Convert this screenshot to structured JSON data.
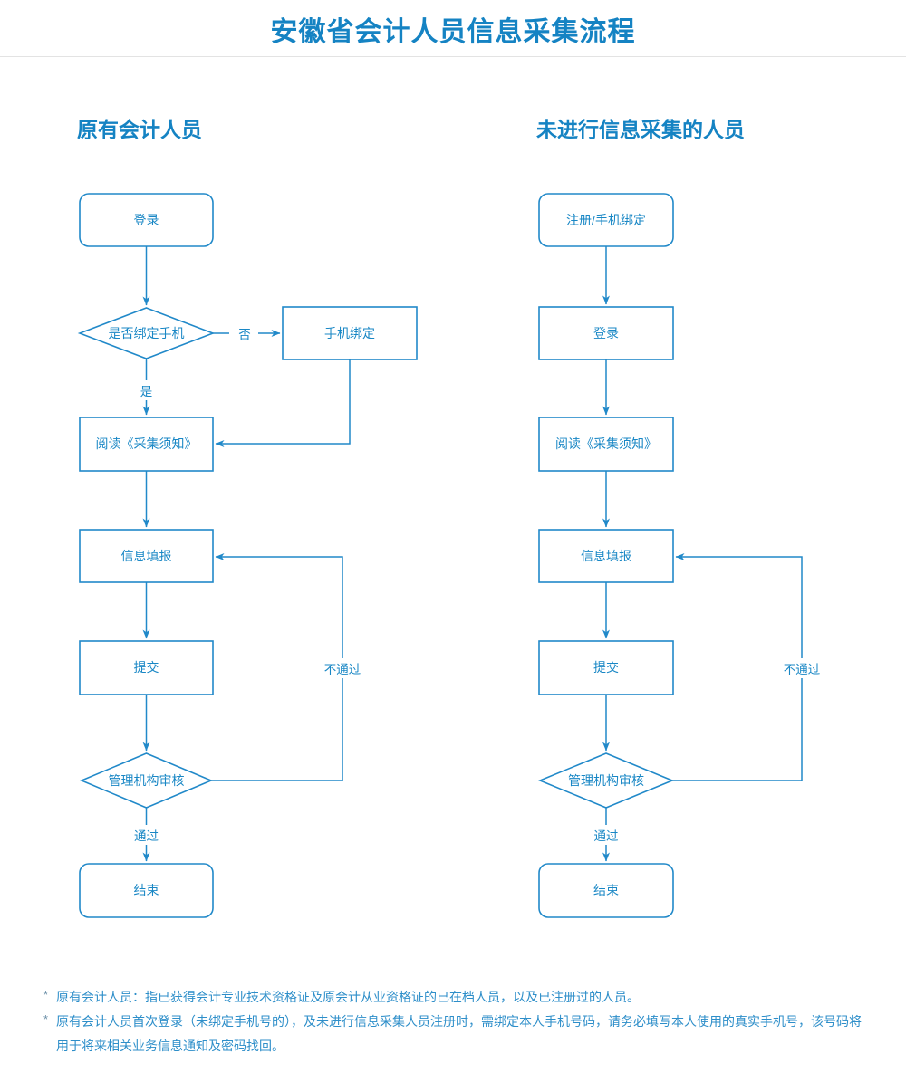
{
  "header": {
    "title": "安徽省会计人员信息采集流程"
  },
  "flowchart": {
    "left": {
      "header": "原有会计人员",
      "nodes": {
        "login": "登录",
        "check_phone": "是否绑定手机",
        "phone_bind": "手机绑定",
        "read_notice": "阅读《采集须知》",
        "fill_info": "信息填报",
        "submit": "提交",
        "review": "管理机构审核",
        "end": "结束"
      },
      "edge_labels": {
        "yes": "是",
        "no": "否",
        "fail": "不通过",
        "pass": "通过"
      }
    },
    "right": {
      "header": "未进行信息采集的人员",
      "nodes": {
        "register": "注册/手机绑定",
        "login": "登录",
        "read_notice": "阅读《采集须知》",
        "fill_info": "信息填报",
        "submit": "提交",
        "review": "管理机构审核",
        "end": "结束"
      },
      "edge_labels": {
        "fail": "不通过",
        "pass": "通过"
      }
    }
  },
  "notes": [
    {
      "bullet": "*",
      "text": "原有会计人员：指已获得会计专业技术资格证及原会计从业资格证的已在档人员，以及已注册过的人员。"
    },
    {
      "bullet": "*",
      "text": "原有会计人员首次登录（未绑定手机号的），及未进行信息采集人员注册时，需绑定本人手机号码，请务必填写本人使用的真实手机号，该号码将用于将来相关业务信息通知及密码找回。"
    }
  ],
  "colors": {
    "title_blue": "#1583c3",
    "line_blue": "#2189c9",
    "node_text_blue": "#1987c5",
    "note_blue": "#2d8ec9",
    "divider_gray": "#e3e3e3"
  }
}
